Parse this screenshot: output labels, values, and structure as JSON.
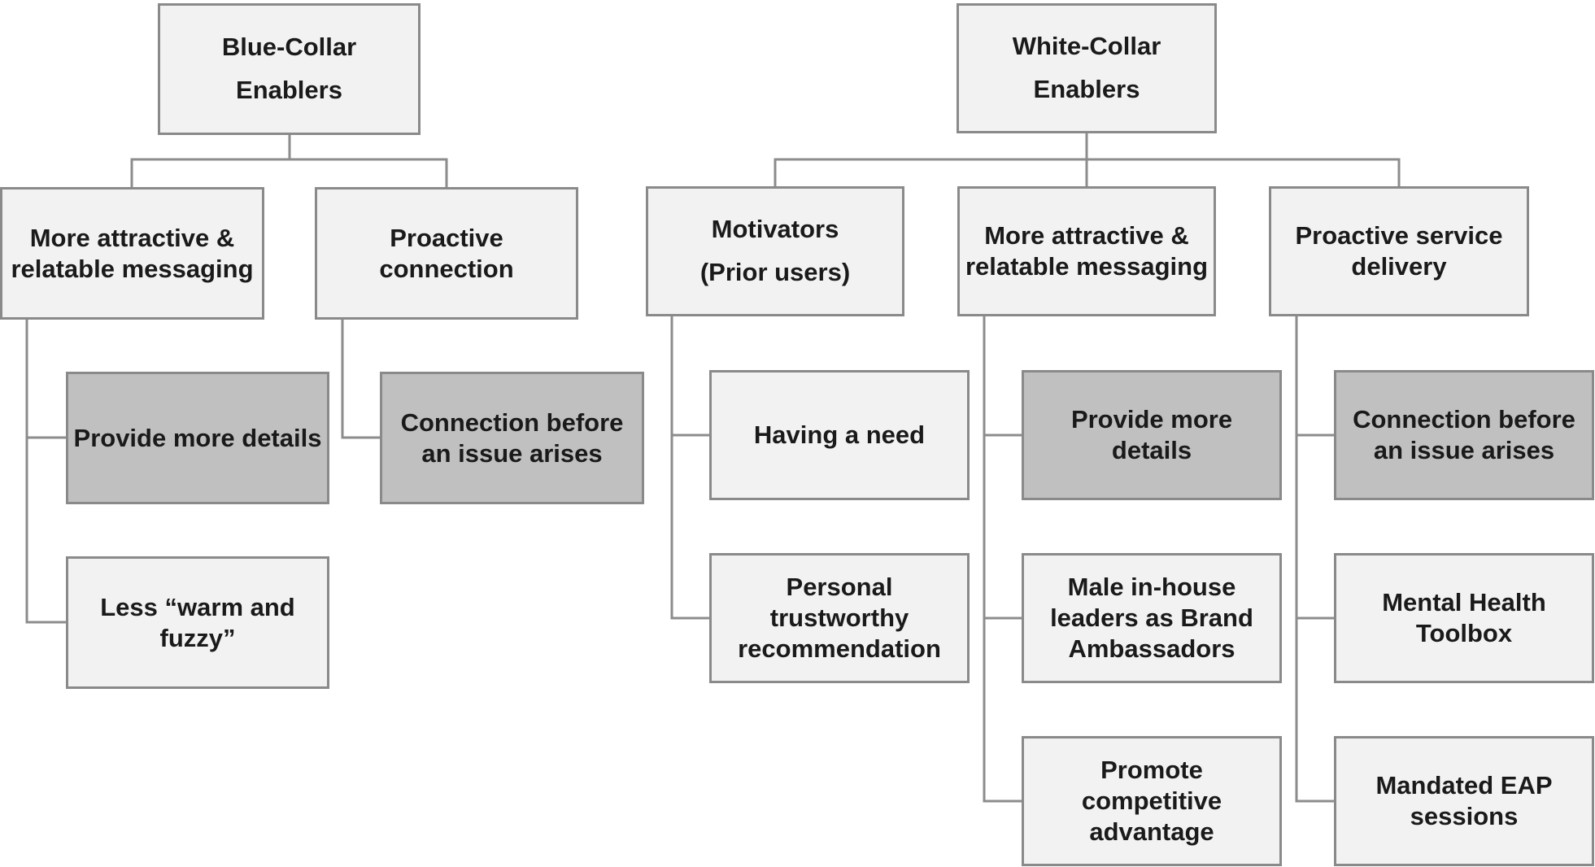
{
  "colors": {
    "light_box": "#f2f2f2",
    "dark_box": "#c0c0c0",
    "border": "#8a8a8a",
    "connector": "#8c8c8c",
    "text": "#1a1a1a"
  },
  "blue_collar": {
    "root": "Blue-Collar Enablers",
    "branch_messaging": "More attractive & relatable messaging",
    "branch_proactive": "Proactive connection",
    "leaf_details": "Provide more details",
    "leaf_warm": "Less “warm and fuzzy”",
    "leaf_connection": "Connection before an issue arises"
  },
  "white_collar": {
    "root": "White-Collar Enablers",
    "branch_motivators": "Motivators (Prior users)",
    "branch_messaging": "More attractive & relatable messaging",
    "branch_service": "Proactive service delivery",
    "leaf_need": "Having a need",
    "leaf_recommendation": "Personal  trustworthy recommendation",
    "leaf_details": "Provide more details",
    "leaf_leaders": "Male in-house leaders as Brand Ambassadors",
    "leaf_competitive": "Promote competitive advantage",
    "leaf_connection": "Connection before an issue arises",
    "leaf_toolbox": "Mental Health Toolbox",
    "leaf_eap": "Mandated EAP sessions"
  }
}
